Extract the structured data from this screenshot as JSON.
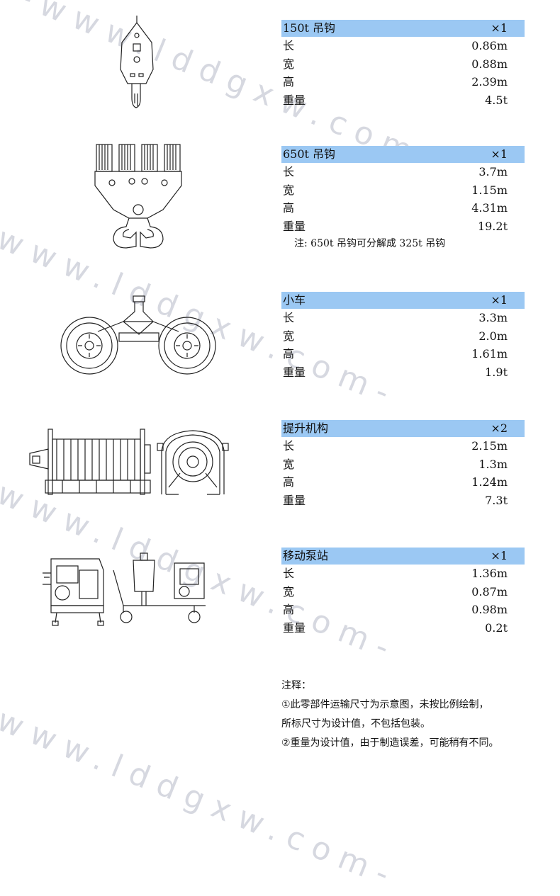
{
  "watermark": "-www.lddgxw.com-",
  "components": [
    {
      "name": "150t 吊钩",
      "qty": "×1",
      "rows": [
        {
          "label": "长",
          "value": "0.86m"
        },
        {
          "label": "宽",
          "value": "0.88m"
        },
        {
          "label": "高",
          "value": "2.39m"
        },
        {
          "label": "重量",
          "value": "4.5t"
        }
      ]
    },
    {
      "name": "650t 吊钩",
      "qty": "×1",
      "rows": [
        {
          "label": "长",
          "value": "3.7m"
        },
        {
          "label": "宽",
          "value": "1.15m"
        },
        {
          "label": "高",
          "value": "4.31m"
        },
        {
          "label": "重量",
          "value": "19.2t"
        }
      ],
      "note": "注: 650t 吊钩可分解成 325t 吊钩"
    },
    {
      "name": "小车",
      "qty": "×1",
      "rows": [
        {
          "label": "长",
          "value": "3.3m"
        },
        {
          "label": "宽",
          "value": "2.0m"
        },
        {
          "label": "高",
          "value": "1.61m"
        },
        {
          "label": "重量",
          "value": "1.9t"
        }
      ]
    },
    {
      "name": "提升机构",
      "qty": "×2",
      "rows": [
        {
          "label": "长",
          "value": "2.15m"
        },
        {
          "label": "宽",
          "value": "1.3m"
        },
        {
          "label": "高",
          "value": "1.24m"
        },
        {
          "label": "重量",
          "value": "7.3t"
        }
      ]
    },
    {
      "name": "移动泵站",
      "qty": "×1",
      "rows": [
        {
          "label": "长",
          "value": "1.36m"
        },
        {
          "label": "宽",
          "value": "0.87m"
        },
        {
          "label": "高",
          "value": "0.98m"
        },
        {
          "label": "重量",
          "value": "0.2t"
        }
      ]
    }
  ],
  "notes": {
    "title": "注释：",
    "line1": "①此零部件运输尺寸为示意图，未按比例绘制，",
    "line2": "所标尺寸为设计值，不包括包装。",
    "line3": "②重量为设计值，由于制造误差，可能稍有不同。"
  }
}
